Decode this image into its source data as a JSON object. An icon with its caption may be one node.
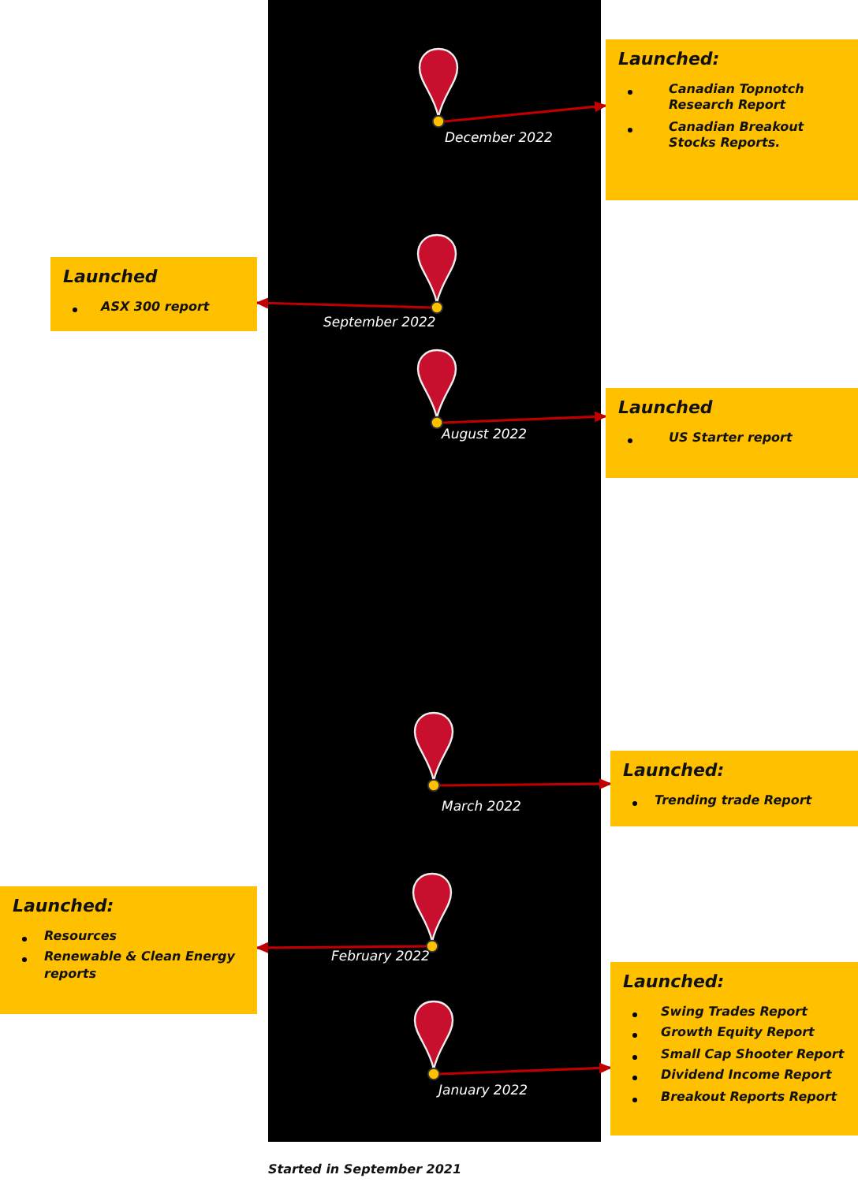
{
  "diagram": {
    "caption": "Started in September 2021",
    "nodes": [
      {
        "text": [],
        "shape": "pin",
        "beside": [
          "December 2022"
        ]
      },
      {
        "text": [
          "Launched:",
          "Canadian Topnotch Research Report",
          "Canadian Breakout Stocks Reports."
        ]
      },
      {
        "text": [],
        "shape": "pin",
        "beside": [
          "September 2022"
        ]
      },
      {
        "text": [
          "Launched",
          "ASX 300 report"
        ]
      },
      {
        "text": [],
        "shape": "pin",
        "beside": [
          "August 2022"
        ]
      },
      {
        "text": [
          "Launched",
          "US Starter report"
        ]
      },
      {
        "text": [],
        "shape": "pin",
        "beside": [
          "March 2022"
        ]
      },
      {
        "text": [
          "Launched:",
          "Trending trade Report"
        ]
      },
      {
        "text": [],
        "shape": "pin",
        "beside": [
          "February 2022"
        ]
      },
      {
        "text": [
          "Launched:",
          "Resources",
          "Renewable & Clean Energy reports"
        ]
      },
      {
        "text": [],
        "shape": "pin",
        "beside": [
          "January 2022"
        ]
      },
      {
        "text": [
          "Launched:",
          "Swing Trades Report",
          "Growth Equity Report",
          "Small Cap Shooter Report",
          "Dividend Income Report",
          "Breakout Reports Report"
        ]
      }
    ],
    "edges": [
      {
        "from": 0,
        "to": 1,
        "arrow": "to"
      },
      {
        "from": 2,
        "to": 3,
        "arrow": "to"
      },
      {
        "from": 4,
        "to": 5,
        "arrow": "to"
      },
      {
        "from": 6,
        "to": 7,
        "arrow": "to"
      },
      {
        "from": 8,
        "to": 9,
        "arrow": "to"
      },
      {
        "from": 10,
        "to": 11,
        "arrow": "to"
      }
    ]
  }
}
